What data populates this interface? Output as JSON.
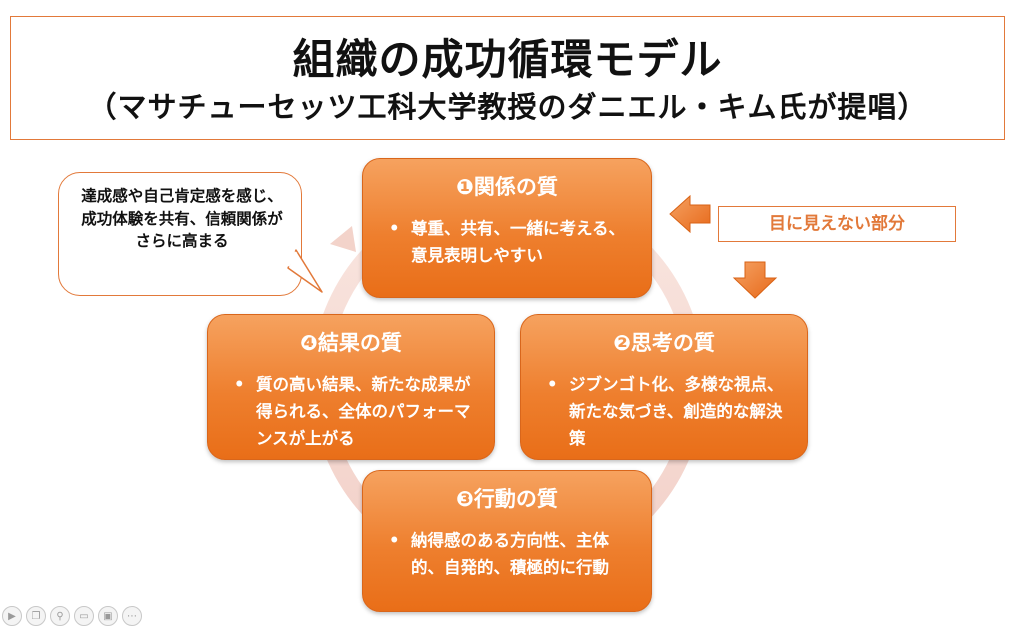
{
  "title": {
    "main": "組織の成功循環モデル",
    "sub": "（マサチューセッツ工科大学教授のダニエル・キム氏が提唱）"
  },
  "nodes": {
    "relationship": {
      "title": "❶関係の質",
      "bullet": "•",
      "body": "尊重、共有、一緒に考える、意見表明しやすい"
    },
    "thinking": {
      "title": "❷思考の質",
      "bullet": "•",
      "body": "ジブンゴト化、多様な視点、新たな気づき、創造的な解決策"
    },
    "action": {
      "title": "❸行動の質",
      "bullet": "•",
      "body": "納得感のある方向性、主体的、自発的、積極的に行動"
    },
    "result": {
      "title": "❹結果の質",
      "bullet": "•",
      "body": "質の高い結果、新たな成果が得られる、全体のパフォーマンスが上がる"
    }
  },
  "callout": {
    "text": "達成感や自己肯定感を感じ、成功体験を共有、信頼関係がさらに高まる"
  },
  "invisible_part_label": "目に見えない部分",
  "colors": {
    "accent": "#E2793A",
    "node_fill": "#EE7F2E",
    "cycle_ring": "#F6DCD6"
  },
  "toolbar_icons": [
    "play-icon",
    "copy-icon",
    "zoom-icon",
    "slide-icon",
    "display-icon",
    "more-icon"
  ]
}
